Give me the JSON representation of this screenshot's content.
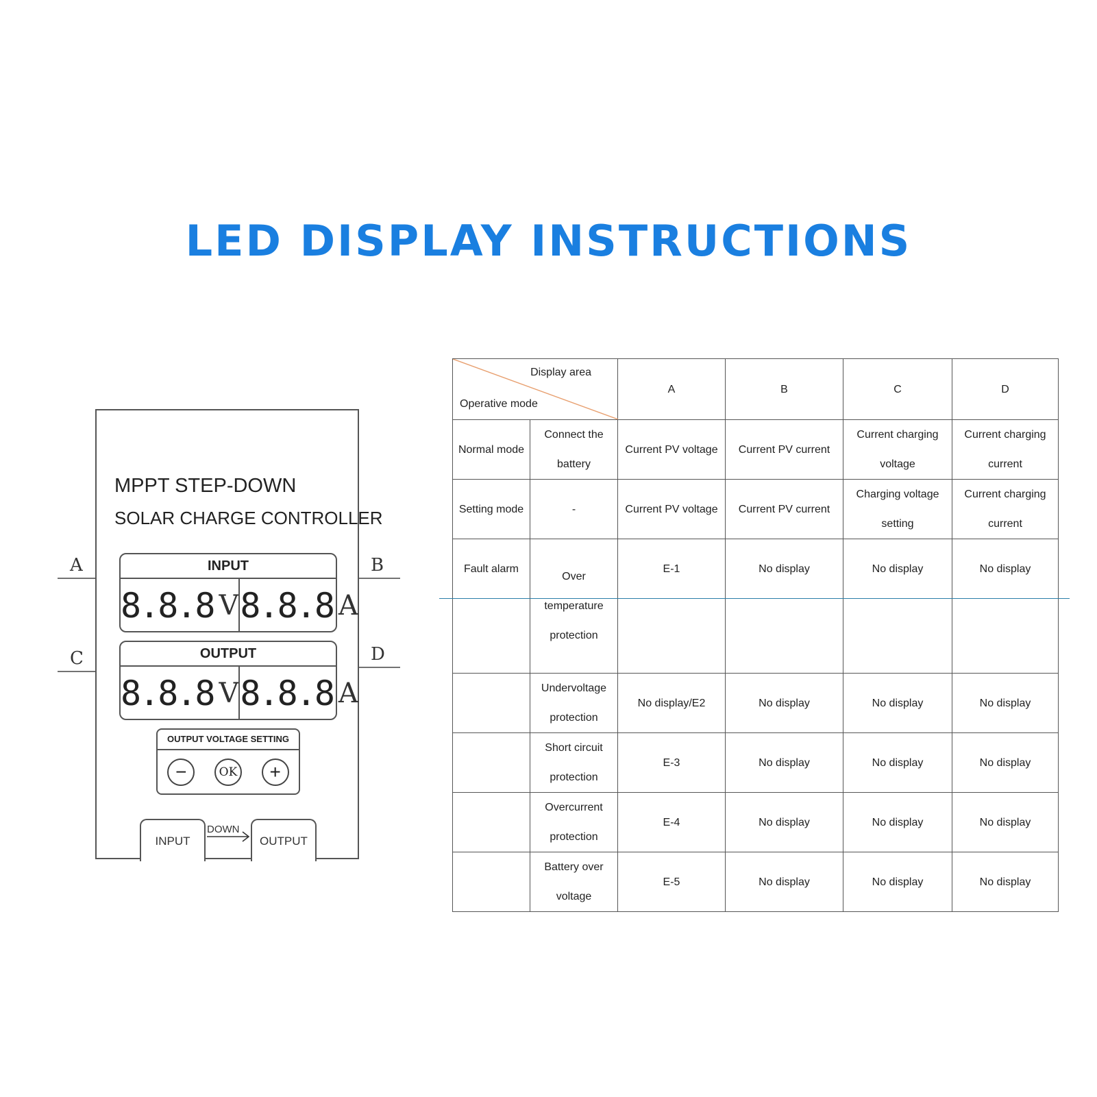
{
  "title": "LED DISPLAY INSTRUCTIONS",
  "device": {
    "title_line1": "MPPT STEP-DOWN",
    "title_line2": "SOLAR CHARGE CONTROLLER",
    "input_label": "INPUT",
    "output_label": "OUTPUT",
    "readout_digits": "8.8.8",
    "volt_unit": "V",
    "amp_unit": "A",
    "setting_label": "OUTPUT VOLTAGE SETTING",
    "minus": "−",
    "ok": "OK",
    "plus": "+",
    "io_input": "INPUT",
    "io_output": "OUTPUT",
    "down": "DOWN",
    "callouts": [
      "A",
      "B",
      "C",
      "D"
    ]
  },
  "table": {
    "corner_top": "Display area",
    "corner_bottom": "Operative mode",
    "columns": [
      "A",
      "B",
      "C",
      "D"
    ],
    "normal": {
      "mode": "Normal mode",
      "sub": "Connect the battery",
      "cells": [
        "Current PV voltage",
        "Current PV current",
        "Current charging voltage",
        "Current charging current"
      ]
    },
    "setting": {
      "mode": "Setting mode",
      "sub": "-",
      "cells": [
        "Current PV voltage",
        "Current PV current",
        "Charging voltage setting",
        "Current charging current"
      ]
    },
    "fault": {
      "mode": "Fault alarm",
      "rows": [
        {
          "sub": "Over temperature protection",
          "cells": [
            "E-1",
            "No display",
            "No display",
            "No display"
          ]
        },
        {
          "sub": "Undervoltage protection",
          "cells": [
            "No display/E2",
            "No display",
            "No display",
            "No display"
          ]
        },
        {
          "sub": "Short circuit protection",
          "cells": [
            "E-3",
            "No display",
            "No display",
            "No display"
          ]
        },
        {
          "sub": "Overcurrent protection",
          "cells": [
            "E-4",
            "No display",
            "No display",
            "No display"
          ]
        },
        {
          "sub": "Battery over voltage",
          "cells": [
            "E-5",
            "No display",
            "No display",
            "No display"
          ]
        }
      ]
    }
  }
}
